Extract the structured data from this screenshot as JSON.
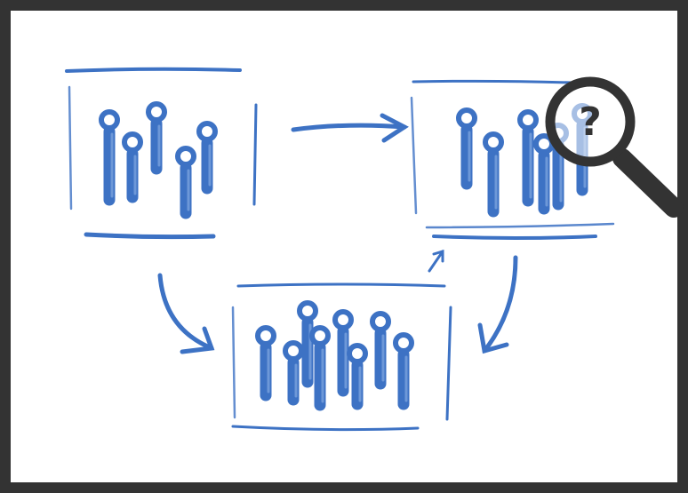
{
  "colors": {
    "frame": "#333333",
    "background": "#ffffff",
    "ink": "#3d72c4",
    "ink_light": "#6d98d8",
    "magnifier": "#333333"
  },
  "magnifier": {
    "icon": "magnifying-glass-icon",
    "glyph": "?"
  },
  "groups": [
    {
      "id": "group-top-left",
      "figure_count": 5
    },
    {
      "id": "group-top-right",
      "figure_count": 6
    },
    {
      "id": "group-bottom",
      "figure_count": 8
    }
  ],
  "arrows": [
    {
      "from": "group-top-left",
      "to": "group-top-right"
    },
    {
      "from": "group-top-left",
      "to": "group-bottom"
    },
    {
      "from": "group-bottom",
      "to": "group-top-right"
    },
    {
      "from": "group-top-right",
      "to": "group-bottom"
    }
  ]
}
